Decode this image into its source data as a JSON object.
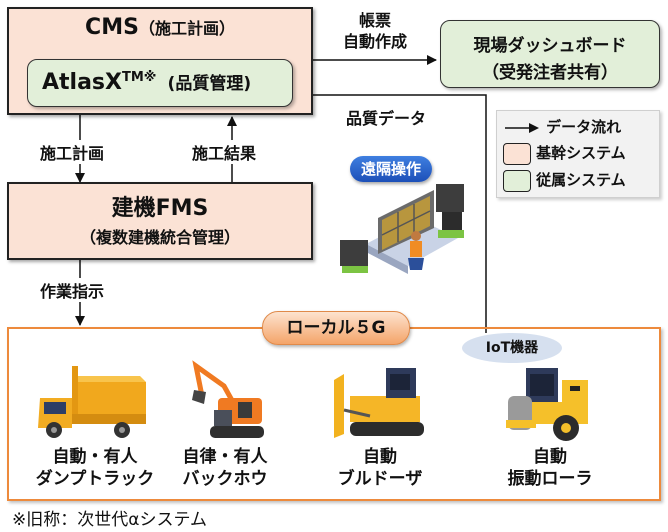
{
  "cms": {
    "title": "CMS",
    "subtitle": "（施工計画）",
    "atlas": {
      "name": "AtlasX",
      "superscript": "TM※",
      "role": "(品質管理)"
    }
  },
  "dashboard": {
    "line1": "現場ダッシュボード",
    "line2": "（受発注者共有）"
  },
  "flows": {
    "report": [
      "帳票",
      "自動作成"
    ],
    "quality_data": "品質データ",
    "construction_plan": "施工計画",
    "construction_result": "施工結果",
    "work_instruction": "作業指示"
  },
  "fms": {
    "title": "建機FMS",
    "subtitle": "（複数建機統合管理）"
  },
  "remote": {
    "label": "遠隔操作",
    "icon": "remote-operation-room-icon"
  },
  "legend": {
    "items": [
      {
        "type": "arrow",
        "label": "データ流れ"
      },
      {
        "type": "swatch",
        "color": "#fbe2d5",
        "label": "基幹システム"
      },
      {
        "type": "swatch",
        "color": "#e2efd9",
        "label": "従属システム"
      }
    ]
  },
  "local5g": {
    "label": "ローカル５G",
    "iot_label": "IoT機器",
    "machines": [
      {
        "icon": "dump-truck-icon",
        "line1": "自動・有人",
        "line2": "ダンプトラック"
      },
      {
        "icon": "backhoe-icon",
        "line1": "自律・有人",
        "line2": "バックホウ"
      },
      {
        "icon": "bulldozer-icon",
        "line1": "自動",
        "line2": "ブルドーザ"
      },
      {
        "icon": "vibration-roller-icon",
        "line1": "自動",
        "line2": "振動ローラ"
      }
    ]
  },
  "footnote": "※旧称：次世代αシステム",
  "colors": {
    "core_system": "#fbe2d5",
    "sub_system": "#e2efd9",
    "local5g_border": "#ed8a3c",
    "remote_pill": "#1c4fb8",
    "iot_pill": "#d6e0ef"
  }
}
